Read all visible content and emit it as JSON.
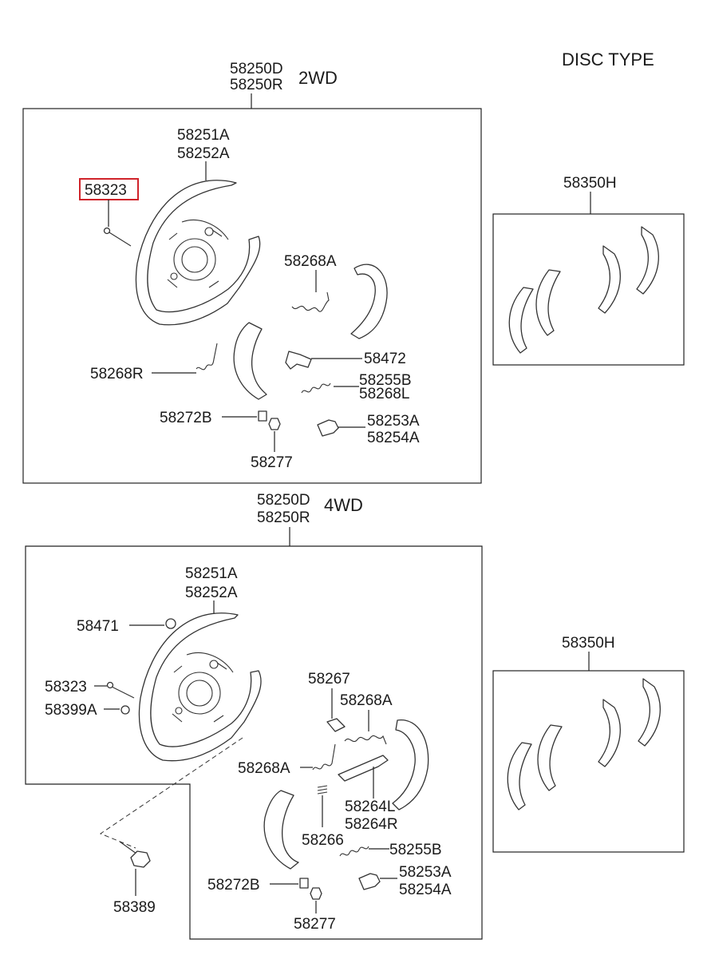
{
  "header": {
    "disc_type": "DISC TYPE"
  },
  "top_section": {
    "assembly_codes": [
      "58250D",
      "58250R"
    ],
    "variant": "2WD",
    "backing_plate": [
      "58251A",
      "58252A"
    ],
    "pin": "58323",
    "spring_a": "58268A",
    "spring_r": "58268R",
    "lever": "58472",
    "spring_b": [
      "58255B",
      "58268L"
    ],
    "adjuster_bolt": "58272B",
    "nut": "58277",
    "adjuster": [
      "58253A",
      "58254A"
    ],
    "shoe_kit": "58350H"
  },
  "bottom_section": {
    "assembly_codes": [
      "58250D",
      "58250R"
    ],
    "variant": "4WD",
    "backing_plate": [
      "58251A",
      "58252A"
    ],
    "plug": "58471",
    "pin": "58323",
    "cap": "58399A",
    "bolt": "58389",
    "retainer": "58267",
    "spring_a_upper": "58268A",
    "spring_a_lower": "58268A",
    "lever": [
      "58264L",
      "58264R"
    ],
    "spring_clip": "58266",
    "spring_b": "58255B",
    "adjuster_bolt": "58272B",
    "nut": "58277",
    "adjuster": [
      "58253A",
      "58254A"
    ],
    "shoe_kit": "58350H"
  },
  "highlight": {
    "part": "58323",
    "color": "#d0232a"
  }
}
